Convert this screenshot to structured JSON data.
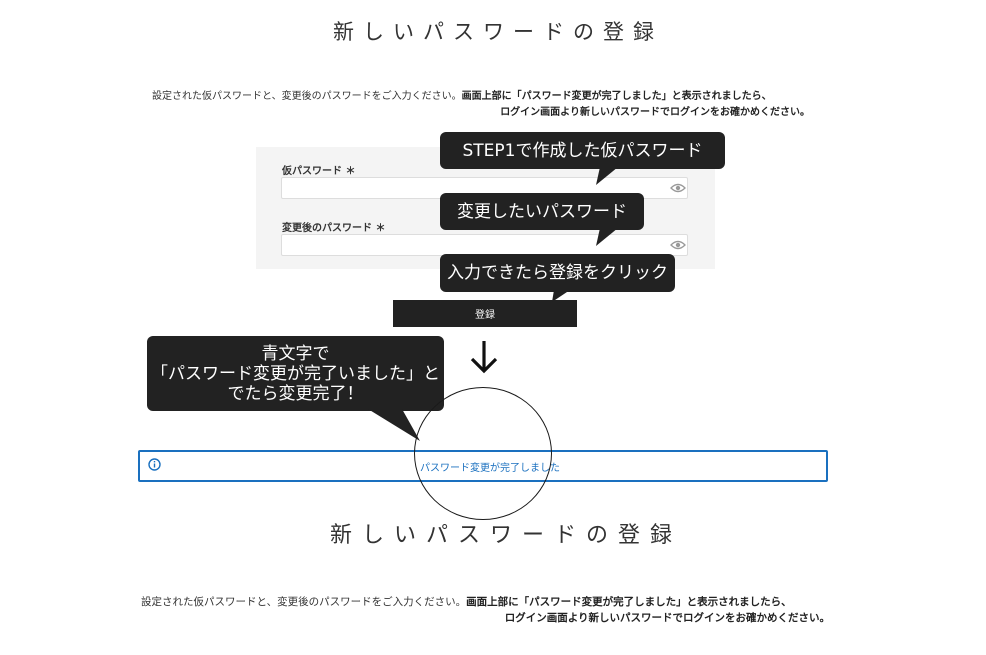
{
  "top_section": {
    "title": "新しいパスワードの登録",
    "instructions": {
      "line1_normal": "設定された仮パスワードと、変更後のパスワードをご入力ください。",
      "line1_bold": "画面上部に「パスワード変更が完了しました」と表示されましたら、",
      "line2_bold": "ログイン画面より新しいパスワードでログインをお確かめください。"
    },
    "form": {
      "temp_password_label": "仮パスワード ＊",
      "temp_password_value": "",
      "new_password_label": "変更後のパスワード ＊",
      "new_password_value": "",
      "show_password_icon": "eye-icon"
    },
    "submit_label": "登録"
  },
  "callouts": {
    "step1": "STEP1で作成した仮パスワード",
    "new_password": "変更したいパスワード",
    "click_register": "入力できたら登録をクリック",
    "completion_line1": "青文字で",
    "completion_line2": "「パスワード変更が完了いました」と",
    "completion_line3": "でたら変更完了！"
  },
  "arrow_icon": "arrow-down-icon",
  "alert": {
    "icon": "info-icon",
    "message": "パスワード変更が完了しました"
  },
  "bottom_section": {
    "title": "新しいパスワードの登録",
    "instructions": {
      "line1_normal": "設定された仮パスワードと、変更後のパスワードをご入力ください。",
      "line1_bold": "画面上部に「パスワード変更が完了しました」と表示されましたら、",
      "line2_bold": "ログイン画面より新しいパスワードでログインをお確かめください。"
    }
  },
  "colors": {
    "callout_bg": "#222222",
    "alert_blue": "#1a70bf",
    "panel_bg": "#f4f4f4",
    "button_bg": "#222222"
  }
}
